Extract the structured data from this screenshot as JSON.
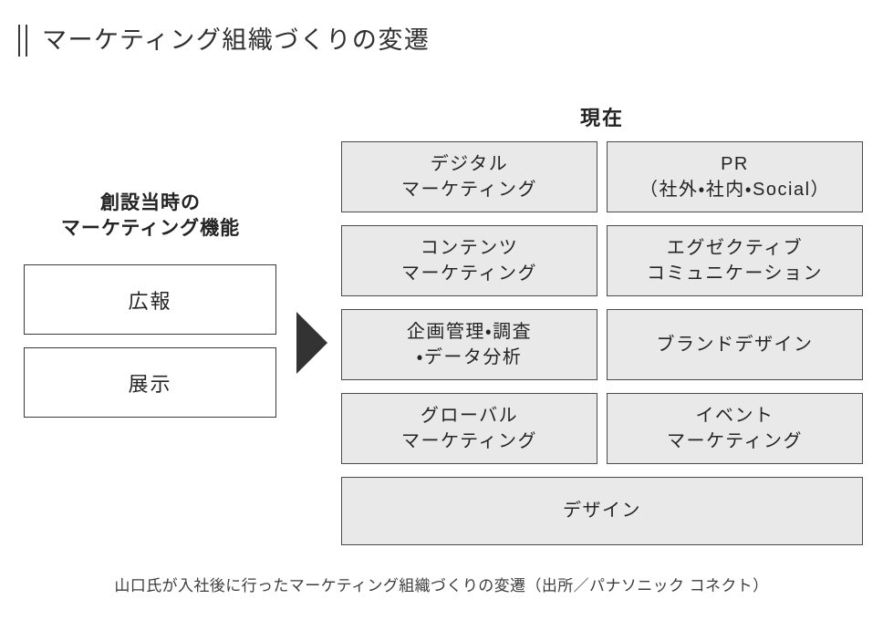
{
  "title": {
    "text": "マーケティング組織づくりの変遷",
    "bar_icon": "double-vertical-bar-icon",
    "bar_color": "#3a3a3a"
  },
  "left": {
    "heading_line1": "創設当時の",
    "heading_line2": "マーケティング機能",
    "boxes": [
      {
        "label": "広報"
      },
      {
        "label": "展示"
      }
    ],
    "box_fill": "#ffffff",
    "box_border": "#3a3a3a"
  },
  "arrow": {
    "icon": "right-triangle-arrow-icon",
    "color": "#333333"
  },
  "right": {
    "heading": "現在",
    "cell_fill": "#e9e9e9",
    "cell_border": "#4a4a4a",
    "rows": [
      {
        "left": {
          "line1": "デジタル",
          "line2": "マーケティング"
        },
        "right": {
          "line1": "PR",
          "line2": "（社外・社内・Social）"
        }
      },
      {
        "left": {
          "line1": "コンテンツ",
          "line2": "マーケティング"
        },
        "right": {
          "line1": "エグゼクティブ",
          "line2": "コミュニケーション"
        }
      },
      {
        "left": {
          "line1": "企画管理・調査",
          "line2": "・データ分析"
        },
        "right": {
          "line1": "ブランドデザイン",
          "line2": ""
        }
      },
      {
        "left": {
          "line1": "グローバル",
          "line2": "マーケティング"
        },
        "right": {
          "line1": "イベント",
          "line2": "マーケティング"
        }
      }
    ],
    "full_width_cell": {
      "label": "デザイン"
    }
  },
  "caption": "山口氏が入社後に行ったマーケティング組織づくりの変遷（出所／パナソニック コネクト）"
}
